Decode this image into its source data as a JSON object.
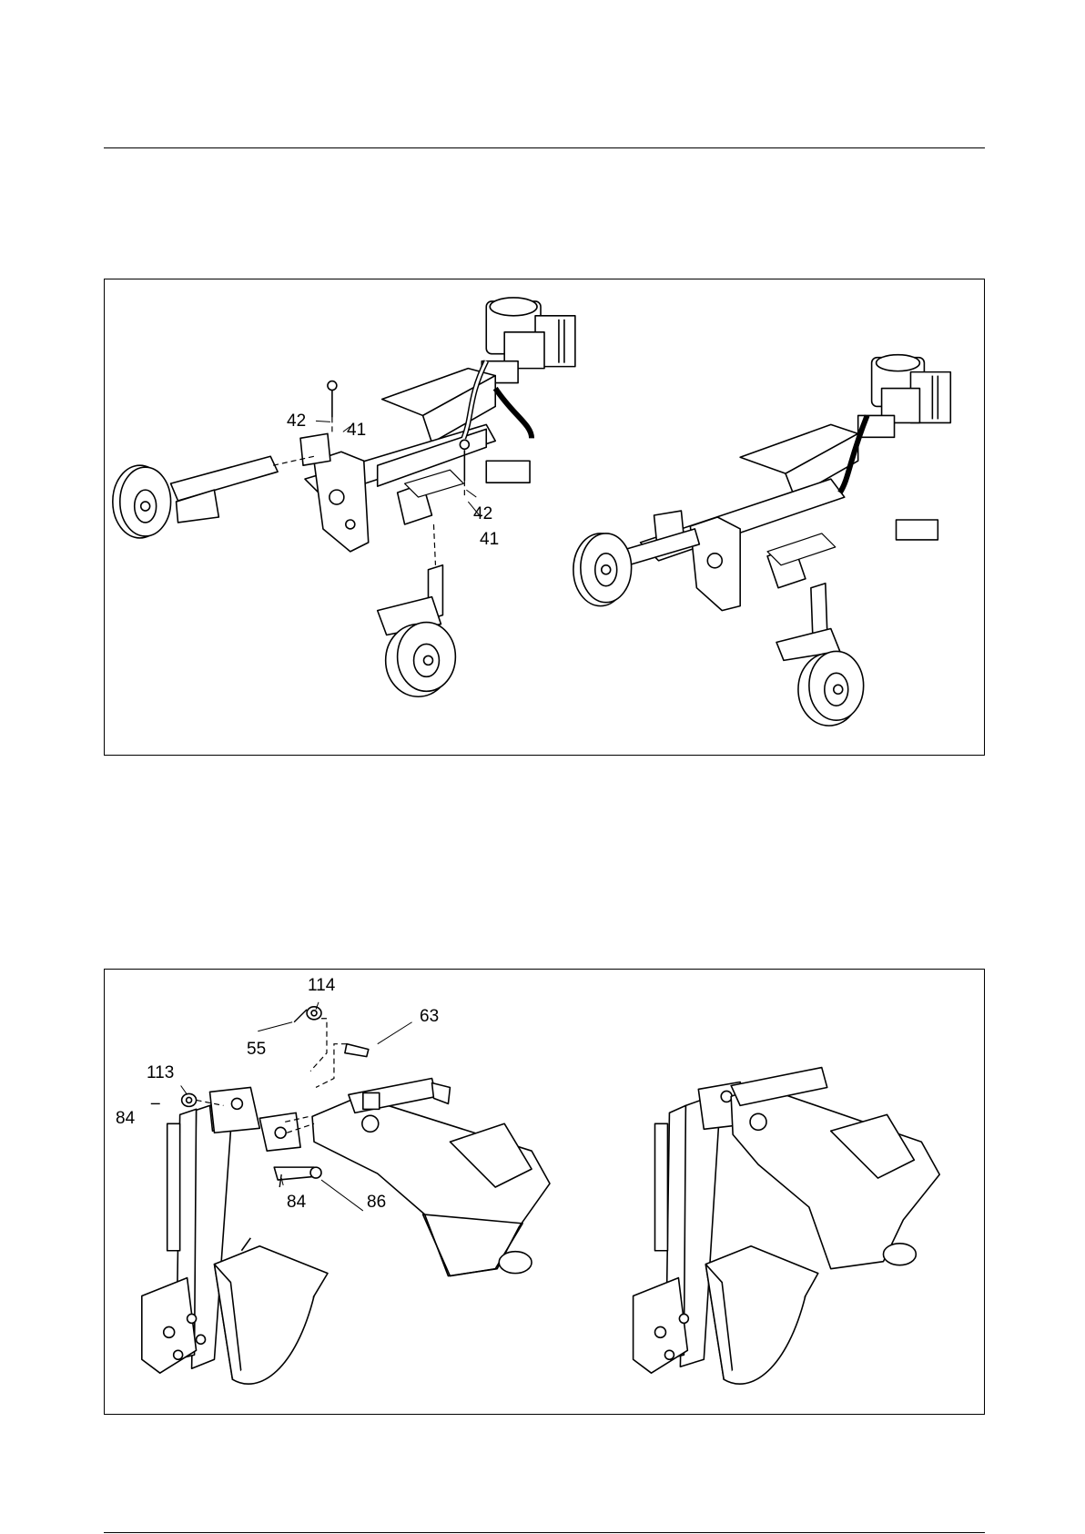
{
  "figure1": {
    "callouts": [
      "42",
      "41",
      "42",
      "41"
    ]
  },
  "figure2": {
    "callouts": [
      "114",
      "63",
      "55",
      "113",
      "84",
      "84",
      "86"
    ]
  }
}
